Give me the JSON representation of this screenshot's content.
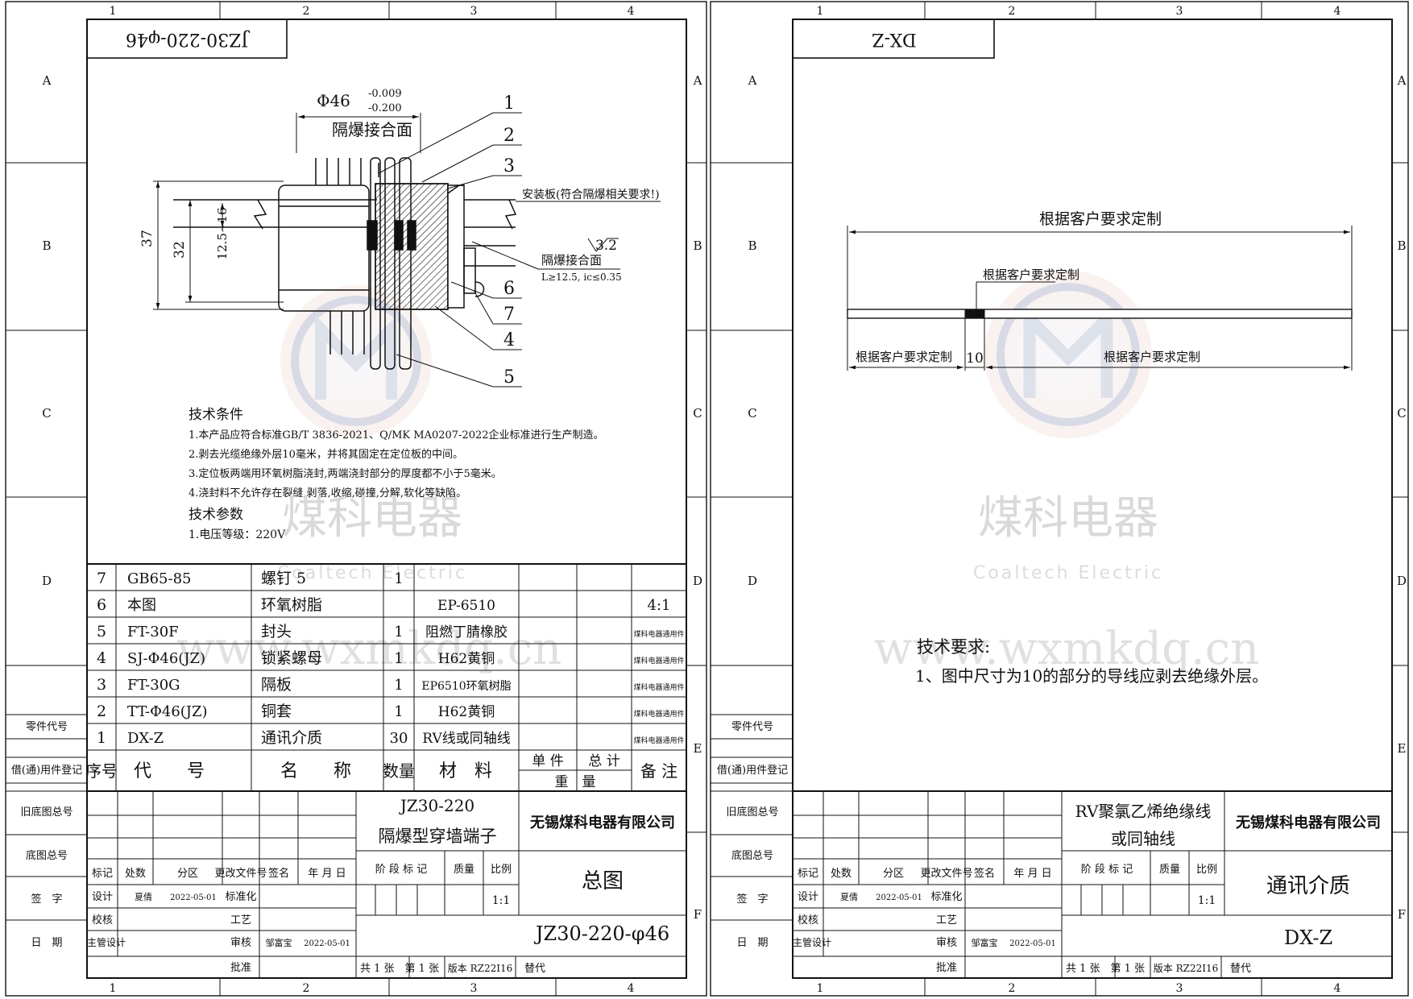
{
  "wm": {
    "cn": "煤科电器",
    "en": "Coaltech Electric",
    "url": "www.wxmkdq.cn",
    "logo_letter": "M"
  },
  "left": {
    "col_labels": [
      "1",
      "2",
      "3",
      "4"
    ],
    "row_labels": [
      "A",
      "B",
      "C",
      "D",
      "E",
      "F"
    ],
    "title_stamp": "JZ30-220-φ46",
    "drawing": {
      "dia_main": "Φ46",
      "dia_tol_up": "-0.009",
      "dia_tol_dn": "-0.200",
      "flame_face": "隔爆接合面",
      "dim_37": "37",
      "dim_32": "32",
      "dim_range": "12.5~16",
      "mount_plate": "安装板(符合隔爆相关要求!)",
      "flame_face2": "隔爆接合面",
      "flame_req": "L≥12.5, ic≤0.35",
      "roughness": "3.2",
      "balloons": [
        "1",
        "2",
        "3",
        "6",
        "7",
        "4",
        "5"
      ]
    },
    "tech": {
      "heading": "技术条件",
      "items": [
        "1.本产品应符合标准GB/T 3836-2021、Q/MK MA0207-2022企业标准进行生产制造。",
        "2.剥去光缆绝缘外层10毫米，并将其固定在定位板的中间。",
        "3.定位板两端用环氧树脂浇封,两端浇封部分的厚度都不小于5毫米。",
        "4.浇封料不允许存在裂缝,剥落,收缩,碰撞,分解,软化等缺陷。"
      ],
      "param_heading": "技术参数",
      "params": [
        "1.电压等级：220V"
      ]
    },
    "bom": [
      {
        "no": "7",
        "code": "GB65-85",
        "name": "螺钉 5",
        "qty": "1",
        "material": "",
        "note": ""
      },
      {
        "no": "6",
        "code": "本图",
        "name": "环氧树脂",
        "qty": "",
        "material": "EP-6510",
        "note": "4:1"
      },
      {
        "no": "5",
        "code": "FT-30F",
        "name": "封头",
        "qty": "1",
        "material": "阻燃丁腈橡胶",
        "note": "煤科电器通用件"
      },
      {
        "no": "4",
        "code": "SJ-Φ46(JZ)",
        "name": "锁紧螺母",
        "qty": "1",
        "material": "H62黄铜",
        "note": "煤科电器通用件"
      },
      {
        "no": "3",
        "code": "FT-30G",
        "name": "隔板",
        "qty": "1",
        "material": "EP6510环氧树脂",
        "note": "煤科电器通用件"
      },
      {
        "no": "2",
        "code": "TT-Φ46(JZ)",
        "name": "铜套",
        "qty": "1",
        "material": "H62黄铜",
        "note": "煤科电器通用件"
      },
      {
        "no": "1",
        "code": "DX-Z",
        "name": "通讯介质",
        "qty": "30",
        "material": "RV线或同轴线",
        "note": "煤科电器通用件"
      }
    ],
    "bom_header": {
      "no": "序号",
      "code": "代　　号",
      "name": "名　　称",
      "qty": "数量",
      "material": "材　料",
      "unit_weight": "单 件",
      "total_weight": "总 计",
      "weight": "重　量",
      "note": "备 注"
    },
    "title_block": {
      "product_code": "JZ30-220",
      "product_name": "隔爆型穿墙端子",
      "company": "无锡煤科电器有限公司",
      "drawing_name": "总图",
      "drawing_no": "JZ30-220-φ46",
      "scale": "1:1",
      "sheet_info": "共 1 张　第 1 张",
      "version": "版本 RZ22I16",
      "replace": "替代"
    }
  },
  "right": {
    "col_labels": [
      "1",
      "2",
      "3",
      "4"
    ],
    "row_labels": [
      "A",
      "B",
      "C",
      "D",
      "E",
      "F"
    ],
    "title_stamp": "DX-Z",
    "drawing": {
      "overall": "根据客户要求定制",
      "middle": "根据客户要求定制",
      "left_len": "根据客户要求定制",
      "strip": "10",
      "right_len": "根据客户要求定制"
    },
    "tech": {
      "heading": "技术要求:",
      "items": [
        "1、图中尺寸为10的部分的导线应剥去绝缘外层。"
      ]
    },
    "title_block": {
      "product_line1": "RV聚氯乙烯绝缘线",
      "product_line2": "或同轴线",
      "company": "无锡煤科电器有限公司",
      "drawing_name": "通讯介质",
      "drawing_no": "DX-Z",
      "scale": "1:1",
      "sheet_info": "共 1 张　第 1 张",
      "version": "版本 RZ22I16",
      "replace": "替代"
    }
  },
  "side_labels": {
    "part_code": "零件代号",
    "borrow": "借(通)用件登记",
    "old_no": "旧底图总号",
    "base_no": "底图总号",
    "sign": "签　字",
    "date": "日　期"
  },
  "rev_table": {
    "headers": [
      "标记",
      "处数",
      "分区",
      "更改文件号",
      "签名",
      "年 月 日"
    ],
    "stage": "阶 段 标 记",
    "mass": "质量",
    "ratio": "比例",
    "design": "设计",
    "designer": "夏倩",
    "design_date": "2022-05-01",
    "std": "标准化",
    "check": "校核",
    "craft": "工艺",
    "chief": "主管设计",
    "review": "审核",
    "reviewer": "邹富宝",
    "review_date": "2022-05-01",
    "approve": "批准"
  }
}
